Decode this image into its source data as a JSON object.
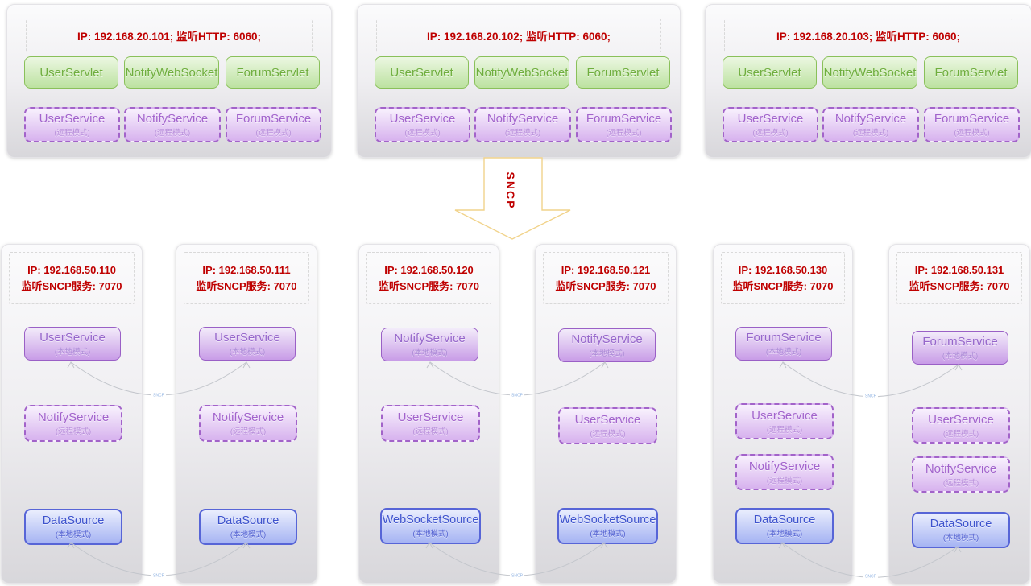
{
  "colors": {
    "header_text_red": "#bf0000",
    "servlet_green_border": "#8ac05a",
    "service_purple_border": "#9a60c6",
    "source_blue_border": "#5765d7",
    "flow_arrow_gold": "#f1d38b",
    "connector_gray": "#c3c6cc",
    "connector_label_blue": "#8fb2e2"
  },
  "top_nodes": [
    {
      "header": "IP: 192.168.20.101;  监听HTTP: 6060;",
      "servlets": [
        "UserServlet",
        "NotifyWebSocket",
        "ForumServlet"
      ],
      "services": [
        {
          "name": "UserService",
          "mode": "(远程模式)"
        },
        {
          "name": "NotifyService",
          "mode": "(远程模式)"
        },
        {
          "name": "ForumService",
          "mode": "(远程模式)"
        }
      ]
    },
    {
      "header": "IP: 192.168.20.102;  监听HTTP: 6060;",
      "servlets": [
        "UserServlet",
        "NotifyWebSocket",
        "ForumServlet"
      ],
      "services": [
        {
          "name": "UserService",
          "mode": "(远程模式)"
        },
        {
          "name": "NotifyService",
          "mode": "(远程模式)"
        },
        {
          "name": "ForumService",
          "mode": "(远程模式)"
        }
      ]
    },
    {
      "header": "IP: 192.168.20.103;  监听HTTP: 6060;",
      "servlets": [
        "UserServlet",
        "NotifyWebSocket",
        "ForumServlet"
      ],
      "services": [
        {
          "name": "UserService",
          "mode": "(远程模式)"
        },
        {
          "name": "NotifyService",
          "mode": "(远程模式)"
        },
        {
          "name": "ForumService",
          "mode": "(远程模式)"
        }
      ]
    }
  ],
  "flow_arrow": {
    "label": "SNCP"
  },
  "bottom_nodes": [
    {
      "ip": "IP: 192.168.50.110",
      "listen": "监听SNCP服务: 7070",
      "services": [
        {
          "name": "UserService",
          "mode": "(本地模式)"
        },
        {
          "name": "NotifyService",
          "mode": "(远程模式)"
        },
        {
          "name": "DataSource",
          "mode": "(本地模式)"
        }
      ]
    },
    {
      "ip": "IP: 192.168.50.111",
      "listen": "监听SNCP服务: 7070",
      "services": [
        {
          "name": "UserService",
          "mode": "(本地模式)"
        },
        {
          "name": "NotifyService",
          "mode": "(远程模式)"
        },
        {
          "name": "DataSource",
          "mode": "(本地模式)"
        }
      ]
    },
    {
      "ip": "IP: 192.168.50.120",
      "listen": "监听SNCP服务: 7070",
      "services": [
        {
          "name": "NotifyService",
          "mode": "(本地模式)"
        },
        {
          "name": "UserService",
          "mode": "(远程模式)"
        },
        {
          "name": "WebSocketSource",
          "mode": "(本地模式)"
        }
      ]
    },
    {
      "ip": "IP: 192.168.50.121",
      "listen": "监听SNCP服务: 7070",
      "services": [
        {
          "name": "NotifyService",
          "mode": "(本地模式)"
        },
        {
          "name": "UserService",
          "mode": "(远程模式)"
        },
        {
          "name": "WebSocketSource",
          "mode": "(本地模式)"
        }
      ]
    },
    {
      "ip": "IP: 192.168.50.130",
      "listen": "监听SNCP服务: 7070",
      "services": [
        {
          "name": "ForumService",
          "mode": "(本地模式)"
        },
        {
          "name": "UserService",
          "mode": "(远程模式)"
        },
        {
          "name": "NotifyService",
          "mode": "(远程模式)"
        },
        {
          "name": "DataSource",
          "mode": "(本地模式)"
        }
      ]
    },
    {
      "ip": "IP: 192.168.50.131",
      "listen": "监听SNCP服务: 7070",
      "services": [
        {
          "name": "ForumService",
          "mode": "(本地模式)"
        },
        {
          "name": "UserService",
          "mode": "(远程模式)"
        },
        {
          "name": "NotifyService",
          "mode": "(远程模式)"
        },
        {
          "name": "DataSource",
          "mode": "(本地模式)"
        }
      ]
    }
  ],
  "connectors": [
    {
      "label": "SNCP"
    },
    {
      "label": "SNCP"
    },
    {
      "label": "SNCP"
    },
    {
      "label": "SNCP"
    },
    {
      "label": "SNCP"
    },
    {
      "label": "SNCP"
    }
  ]
}
